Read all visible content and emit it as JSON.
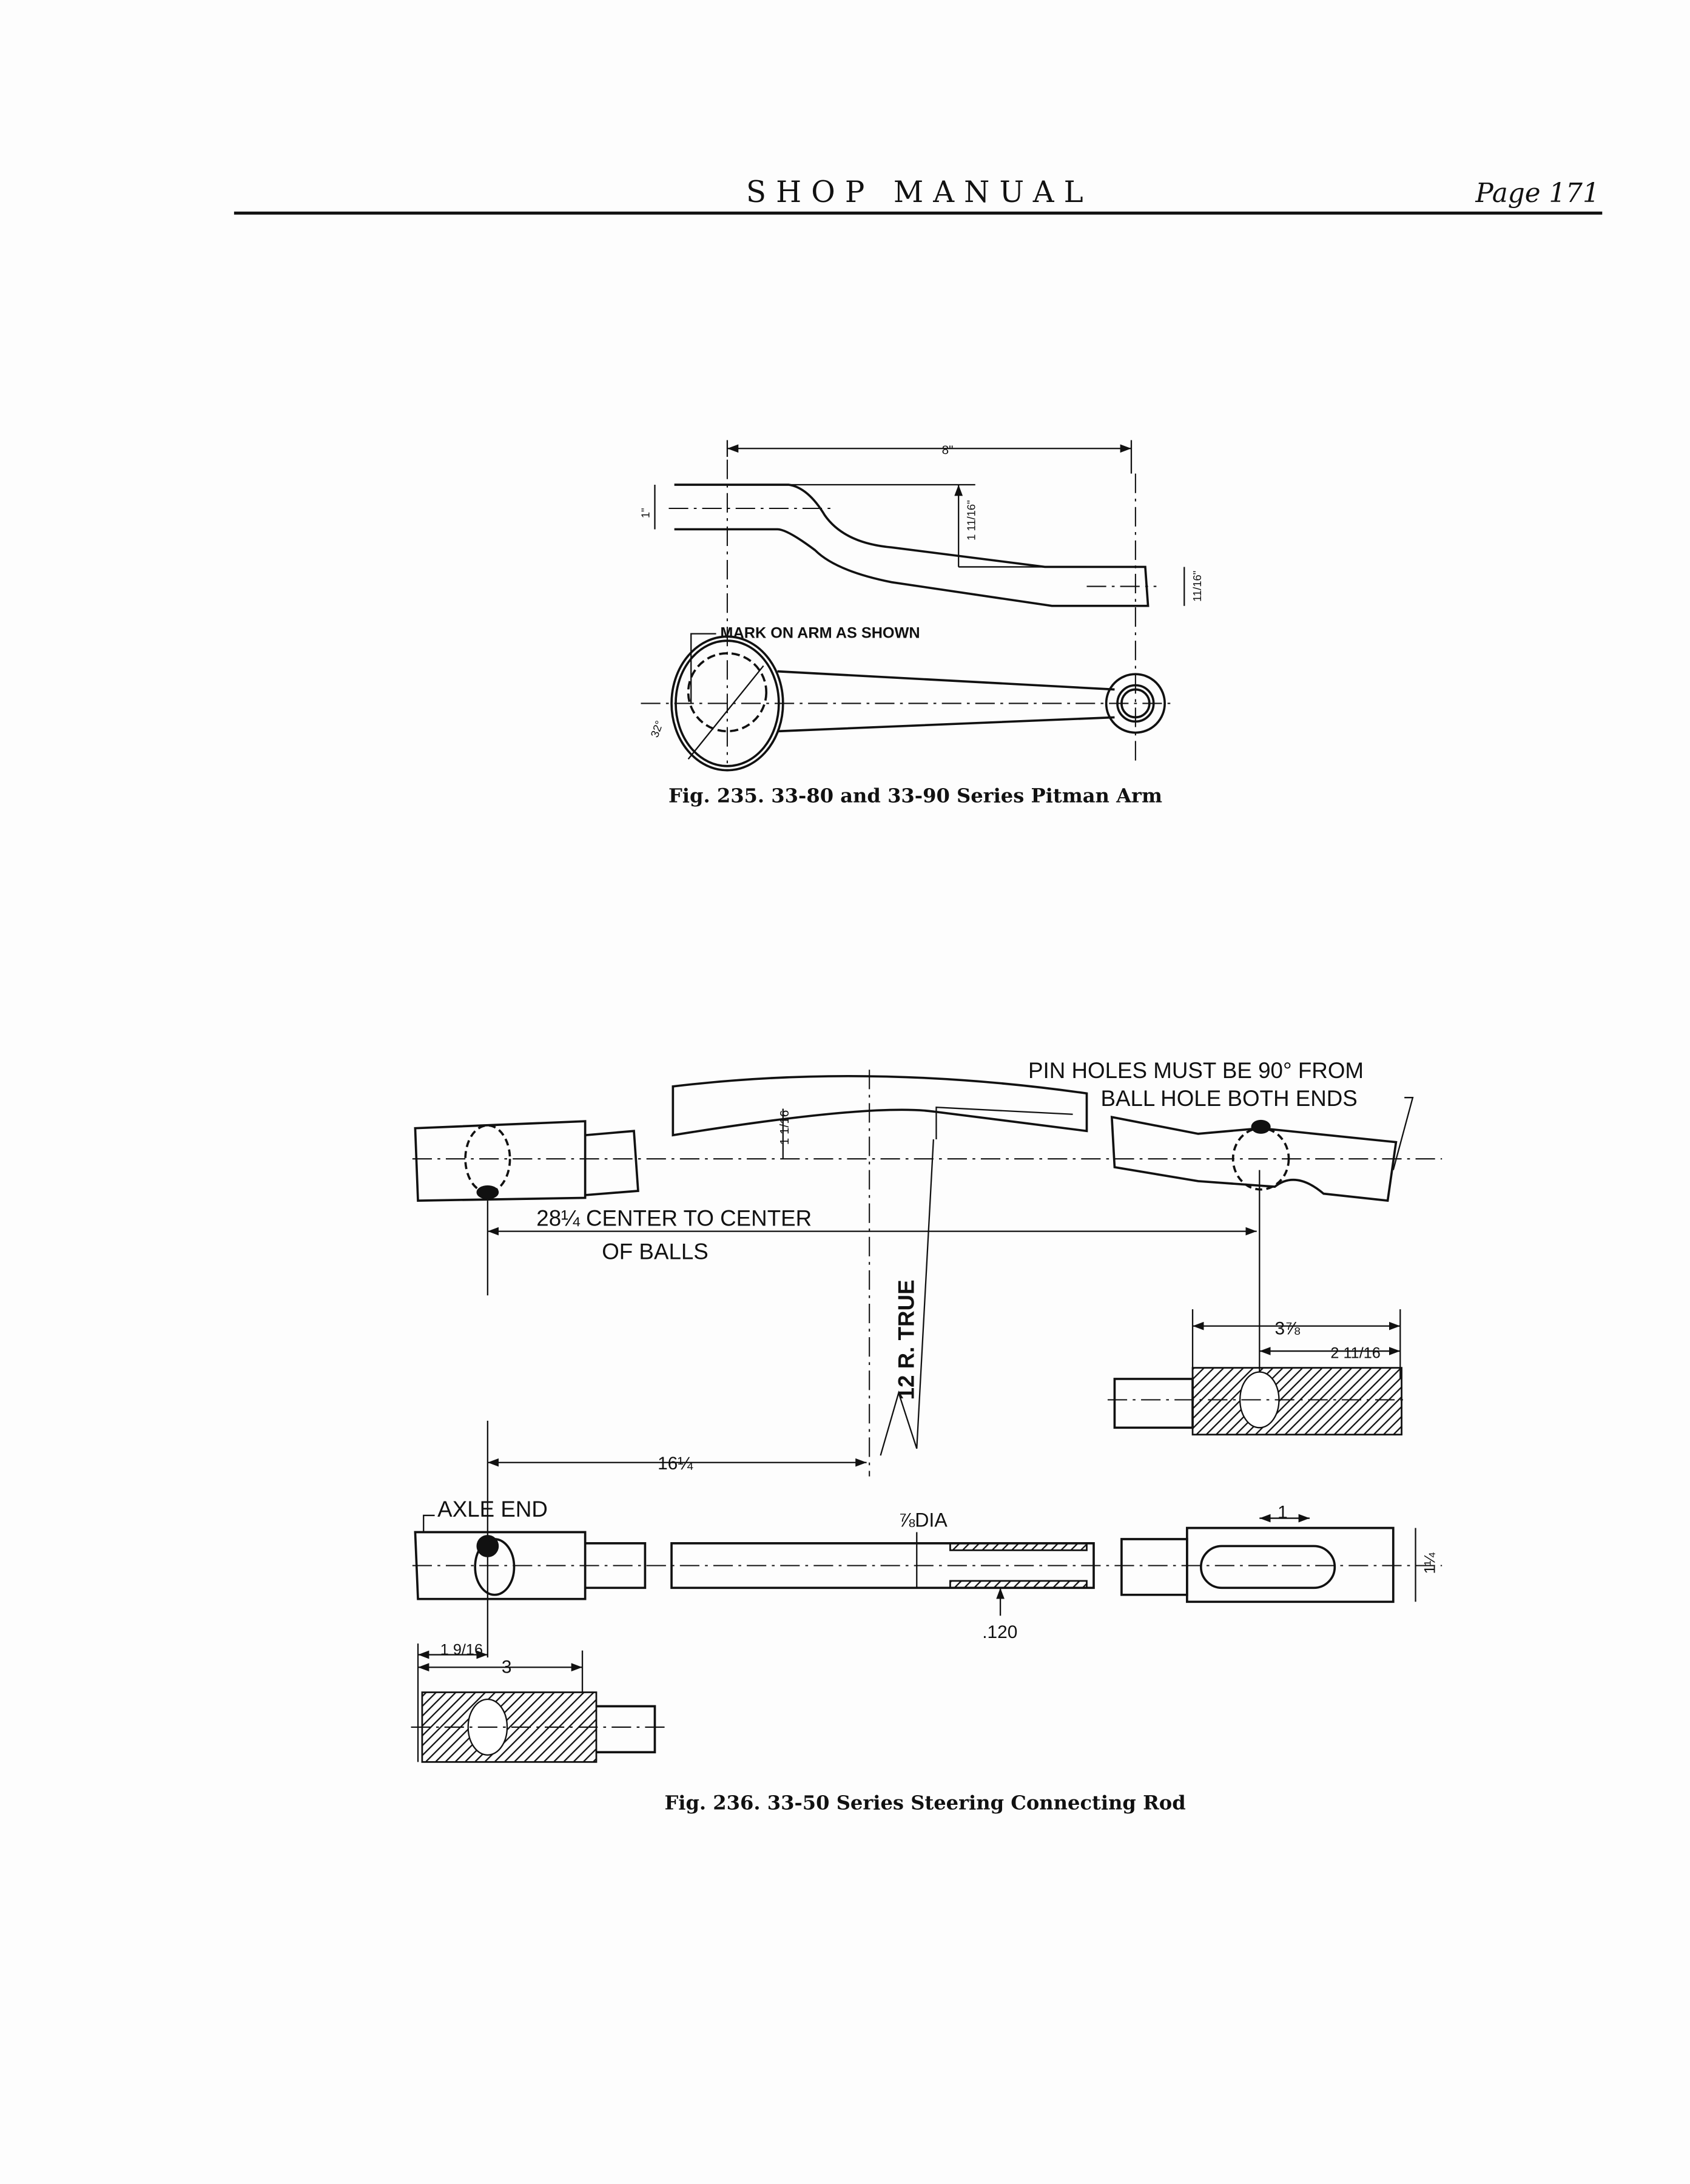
{
  "header": {
    "title": "SHOP MANUAL",
    "page_label": "Page 171"
  },
  "fig235": {
    "caption": "Fig. 235.  33-80 and 33-90 Series Pitman Arm",
    "dim_length": "8\"",
    "dim_left_height": "1\"",
    "dim_offset": "1 11/16\"",
    "dim_right_height": "11/16\"",
    "note": "MARK ON ARM AS SHOWN",
    "angle": "32°"
  },
  "fig236": {
    "caption": "Fig. 236.  33-50 Series Steering Connecting Rod",
    "note_line1": "PIN HOLES MUST BE 90° FROM",
    "note_line2": "BALL HOLE BOTH ENDS",
    "dim_bend": "1 1/16",
    "center_line1": "28¼ CENTER TO CENTER",
    "center_line2": "OF BALLS",
    "radius": "12 R. TRUE",
    "dim_end_total": "3⅞",
    "dim_end_partial": "2 11/16",
    "dim_half": "16¼",
    "axle_end": "AXLE END",
    "dia": "⅞DIA",
    "wall": ".120",
    "dim_slot": "1",
    "dim_end_height": "1¼",
    "dim_axle_partial": "1 9/16",
    "dim_axle_total": "3"
  }
}
